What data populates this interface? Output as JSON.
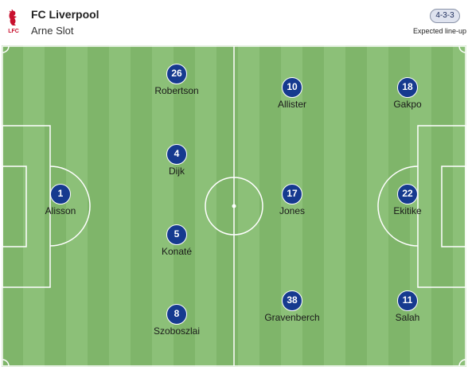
{
  "team": {
    "name": "FC Liverpool",
    "coach": "Arne Slot",
    "formation": "4-3-3",
    "lineup_type": "Expected line-up",
    "crest_icon": "liverbird-crest-icon",
    "crest_text": "LFC",
    "crest_color": "#c8102e"
  },
  "colors": {
    "player": "#163a8f",
    "pitch_light": "#8cc078",
    "pitch_dark": "#7fb56a"
  },
  "players": {
    "alisson": {
      "number": "1",
      "name": "Alisson"
    },
    "robertson": {
      "number": "26",
      "name": "Robertson"
    },
    "dijk": {
      "number": "4",
      "name": "Dijk"
    },
    "konate": {
      "number": "5",
      "name": "Konaté"
    },
    "szoboszlai": {
      "number": "8",
      "name": "Szoboszlai"
    },
    "allister": {
      "number": "10",
      "name": "Allister"
    },
    "jones": {
      "number": "17",
      "name": "Jones"
    },
    "gravenberch": {
      "number": "38",
      "name": "Gravenberch"
    },
    "gakpo": {
      "number": "18",
      "name": "Gakpo"
    },
    "ekitike": {
      "number": "22",
      "name": "Ekitike"
    },
    "salah": {
      "number": "11",
      "name": "Salah"
    }
  }
}
